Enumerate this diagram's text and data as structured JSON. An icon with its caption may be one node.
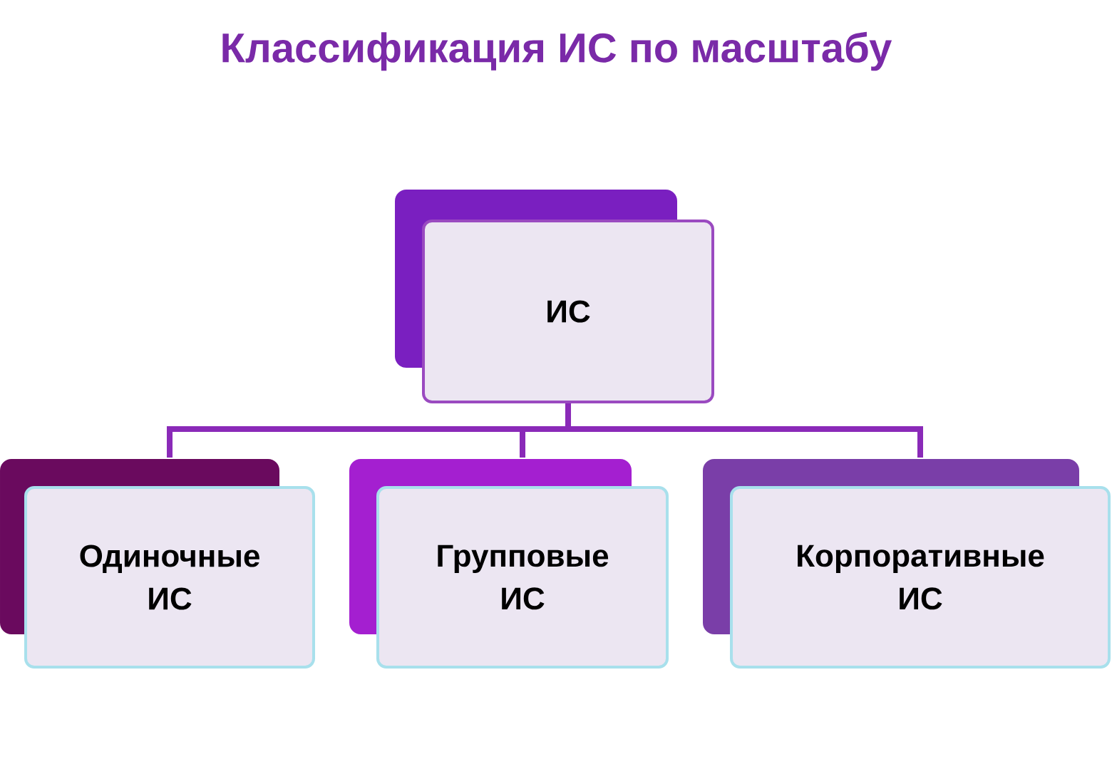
{
  "diagram": {
    "title": "Классификация ИС по масштабу",
    "nodes": [
      {
        "text": [
          "ИС"
        ]
      },
      {
        "text": [
          "Одиночные ИС"
        ]
      },
      {
        "text": [
          "Групповые ИС"
        ]
      },
      {
        "text": [
          "Корпоративные ИС"
        ]
      }
    ],
    "edges": [
      {
        "from": 0,
        "to": 1,
        "arrow": "none"
      },
      {
        "from": 0,
        "to": 2,
        "arrow": "none"
      },
      {
        "from": 0,
        "to": 3,
        "arrow": "none"
      }
    ]
  }
}
